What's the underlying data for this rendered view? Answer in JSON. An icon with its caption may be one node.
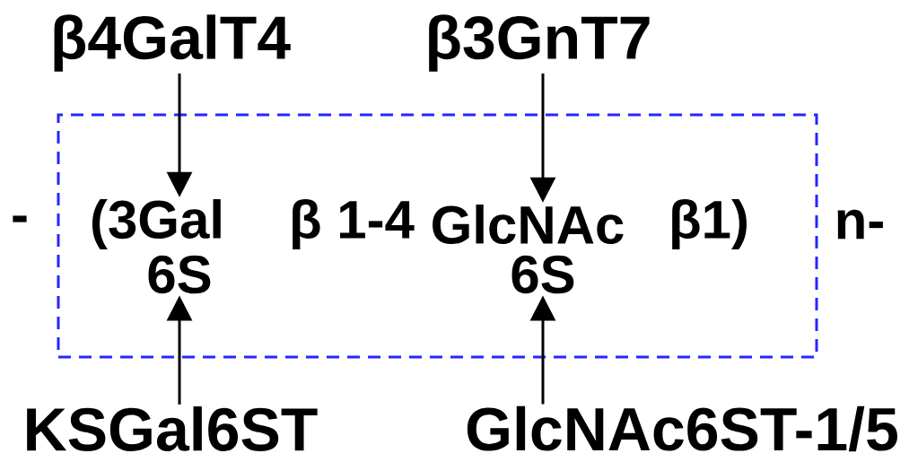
{
  "diagram": {
    "nodes": [
      {
        "text": [],
        "shape": "box"
      },
      {
        "text": [
          "β4GalT4"
        ]
      },
      {
        "text": [
          "β3GnT7"
        ]
      },
      {
        "text": [
          "(3Gal"
        ],
        "in": 0
      },
      {
        "text": [
          "GlcNAc"
        ],
        "in": 0
      },
      {
        "text": [
          "6S"
        ],
        "in": 0
      },
      {
        "text": [
          "6S"
        ],
        "in": 0
      },
      {
        "text": [
          "KSGal6ST"
        ]
      },
      {
        "text": [
          "GlcNAc6ST-1/5"
        ]
      }
    ],
    "edges": [
      {
        "from": 1,
        "to": 3,
        "arrow": "to"
      },
      {
        "from": 2,
        "to": 4,
        "arrow": "to"
      },
      {
        "from": 7,
        "to": 5,
        "arrow": "to"
      },
      {
        "from": 8,
        "to": 6,
        "arrow": "to"
      }
    ],
    "labels": [
      "-",
      "β 1-4",
      "β1)",
      "n-"
    ]
  }
}
